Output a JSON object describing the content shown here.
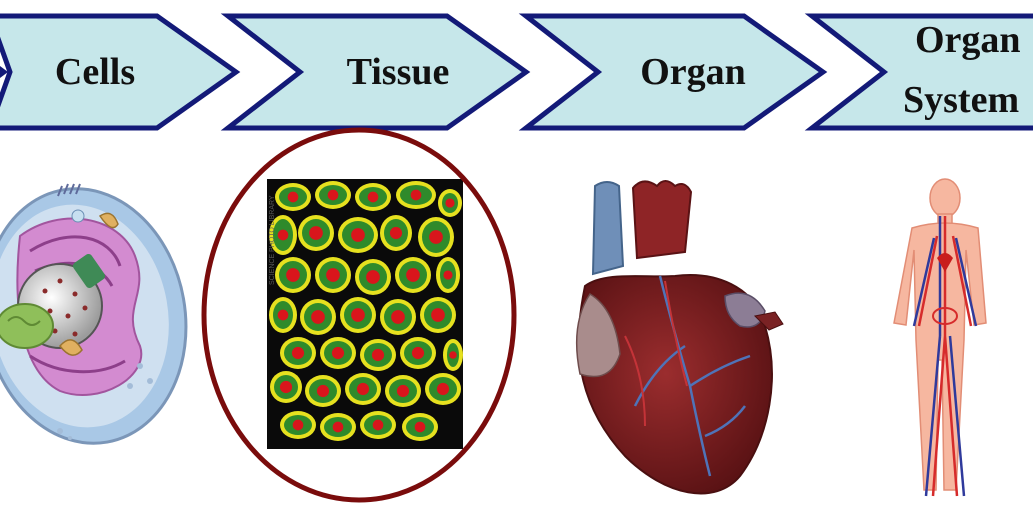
{
  "steps": [
    {
      "label": "Cells",
      "icon": "cell-illustration"
    },
    {
      "label": "Tissue",
      "icon": "tissue-illustration"
    },
    {
      "label": "Organ",
      "icon": "heart-illustration"
    },
    {
      "label": "Organ",
      "label2": "System",
      "icon": "circulatory-system-illustration"
    }
  ],
  "tissue_watermark": "SCIENCE PHOTO LIBRARY",
  "colors": {
    "chevron_fill": "#c6e7ea",
    "chevron_stroke": "#131a78",
    "highlight_ring": "#7a0c0c",
    "tissue_green": "#2f8a2b",
    "tissue_yellow": "#e6e11f",
    "tissue_nucleus": "#d9151c",
    "heart_red": "#7a1c1e",
    "vein_blue": "#3b5aa3"
  }
}
